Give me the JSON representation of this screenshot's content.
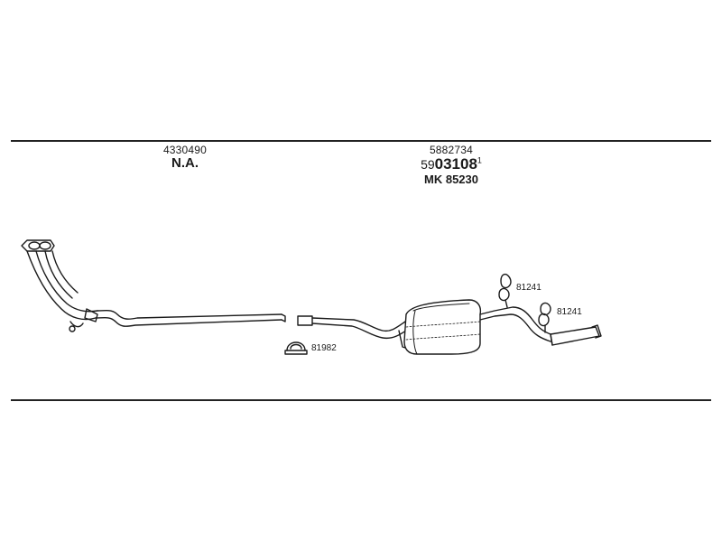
{
  "left_group": {
    "part_number": "4330490",
    "reference": "N.A."
  },
  "right_group": {
    "part_number": "5882734",
    "reference_prefix": "59",
    "reference_main": "03108",
    "reference_suffix": "1",
    "mk_prefix": "MK",
    "mk_number": "85230"
  },
  "callouts": {
    "clamp_front": "81982",
    "hanger_upper": "81241",
    "hanger_lower": "81241"
  }
}
